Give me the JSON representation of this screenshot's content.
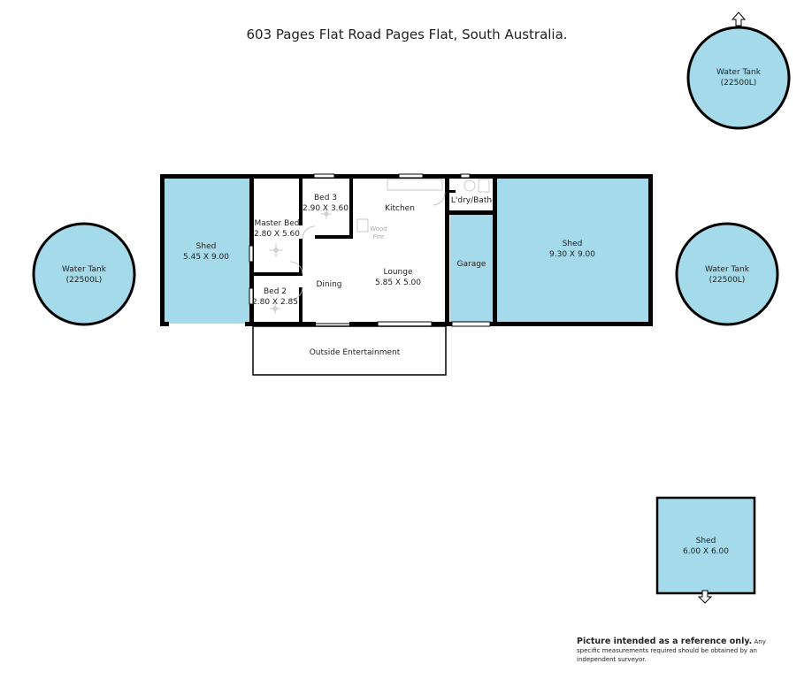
{
  "title": "603 Pages Flat Road Pages Flat, South Australia.",
  "colors": {
    "fill": "#a4dae9",
    "wall": "#000000"
  },
  "rooms": {
    "shed_left": {
      "name": "Shed",
      "size": "5.45 X 9.00"
    },
    "master_bed": {
      "name": "Master Bed",
      "size": "2.80 X 5.60"
    },
    "bed3": {
      "name": "Bed 3",
      "size": "2.90 X 3.60"
    },
    "kitchen": {
      "name": "Kitchen"
    },
    "wood_fire": {
      "line1": "Wood",
      "line2": "Fire"
    },
    "laundry_bath": {
      "name": "L'dry/Bath"
    },
    "garage": {
      "name": "Garage"
    },
    "shed_right": {
      "name": "Shed",
      "size": "9.30 X 9.00"
    },
    "lounge": {
      "name": "Lounge",
      "size": "5.85 X 5.00"
    },
    "dining": {
      "name": "Dining"
    },
    "bed2": {
      "name": "Bed 2",
      "size": "2.80 X 2.85"
    },
    "outside": {
      "name": "Outside Entertainment"
    },
    "shed_bottom": {
      "name": "Shed",
      "size": "6.00 X 6.00"
    }
  },
  "tanks": [
    {
      "name": "Water Tank",
      "capacity": "(22500L)"
    },
    {
      "name": "Water Tank",
      "capacity": "(22500L)"
    },
    {
      "name": "Water Tank",
      "capacity": "(22500L)"
    }
  ],
  "disclaimer": {
    "bold": "Picture intended as a reference only.",
    "rest": "Any specific measurements required should be obtained by an independent surveyor."
  }
}
